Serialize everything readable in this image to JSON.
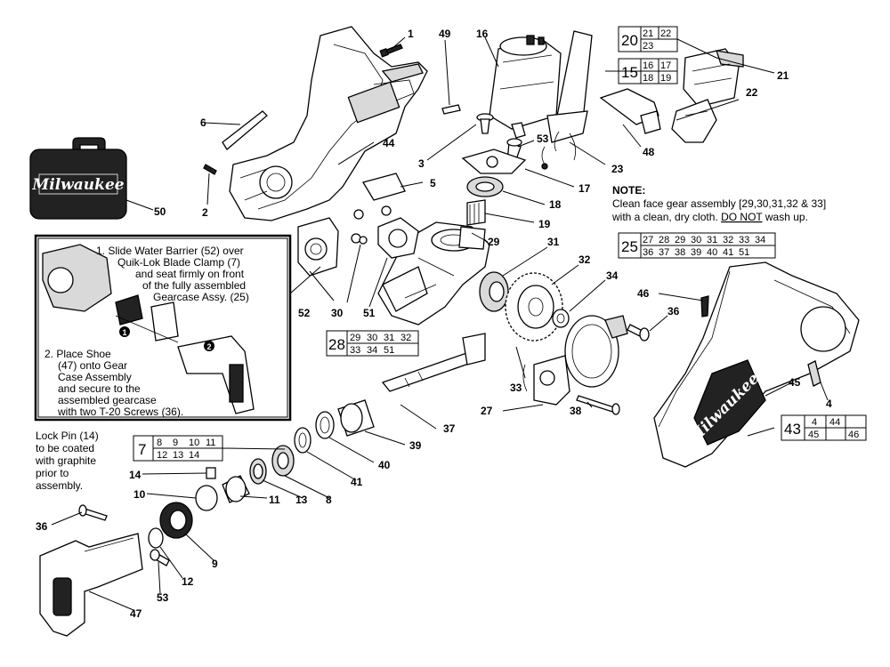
{
  "callouts": {
    "c1": "1",
    "c49": "49",
    "c16": "16",
    "c21": "21",
    "c22": "22",
    "c6": "6",
    "c3": "3",
    "c53a": "53",
    "c48": "48",
    "c23": "23",
    "c44": "44",
    "c2": "2",
    "c50": "50",
    "c5": "5",
    "c17": "17",
    "c18": "18",
    "c19": "19",
    "c29": "29",
    "c31": "31",
    "c32": "32",
    "c34": "34",
    "c46": "46",
    "c36a": "36",
    "c52": "52",
    "c30": "30",
    "c51": "51",
    "c33": "33",
    "c27": "27",
    "c38": "38",
    "c45": "45",
    "c4": "4",
    "c37": "37",
    "c39": "39",
    "c40": "40",
    "c41": "41",
    "c8": "8",
    "c13": "13",
    "c11": "11",
    "c14": "14",
    "c10": "10",
    "c36b": "36",
    "c9": "9",
    "c12": "12",
    "c53b": "53",
    "c47": "47"
  },
  "groups": {
    "g20": {
      "main": "20",
      "subs": [
        "21",
        "22",
        "23"
      ]
    },
    "g15": {
      "main": "15",
      "subs": [
        "16",
        "17",
        "18",
        "19"
      ]
    },
    "g25": {
      "main": "25",
      "subs": [
        "27",
        "28",
        "29",
        "30",
        "31",
        "32",
        "33",
        "34",
        "36",
        "37",
        "38",
        "39",
        "40",
        "41",
        "51"
      ]
    },
    "g28": {
      "main": "28",
      "subs": [
        "29",
        "30",
        "31",
        "32",
        "33",
        "34",
        "51"
      ]
    },
    "g7": {
      "main": "7",
      "subs": [
        "8",
        "9",
        "10",
        "11",
        "12",
        "13",
        "14"
      ]
    },
    "g43": {
      "main": "43",
      "subs": [
        "4",
        "44",
        "45",
        "46"
      ]
    }
  },
  "note": {
    "title": "NOTE:",
    "line1": "Clean face gear assembly [29,30,31,32 & 33]",
    "line2": "with a clean, dry cloth.",
    "line2_underlined": "DO NOT",
    "line2_end": "wash up."
  },
  "instructions": {
    "step1": [
      "1. Slide Water Barrier (52) over",
      "Quik-Lok Blade Clamp (7)",
      "and seat firmly on front",
      "of the fully assembled",
      "Gearcase Assy. (25)"
    ],
    "step2": [
      "2. Place Shoe",
      "(47) onto Gear",
      "Case Assembly",
      "and secure to the",
      "assembled gearcase",
      "with two T-20 Screws (36)."
    ],
    "marker1": "1",
    "marker2": "2"
  },
  "lockpin_note": [
    "Lock Pin (14)",
    "to be coated",
    "with graphite",
    "prior to",
    "assembly."
  ],
  "case_brand": "Milwaukee",
  "tool_brand": "Milwaukee"
}
